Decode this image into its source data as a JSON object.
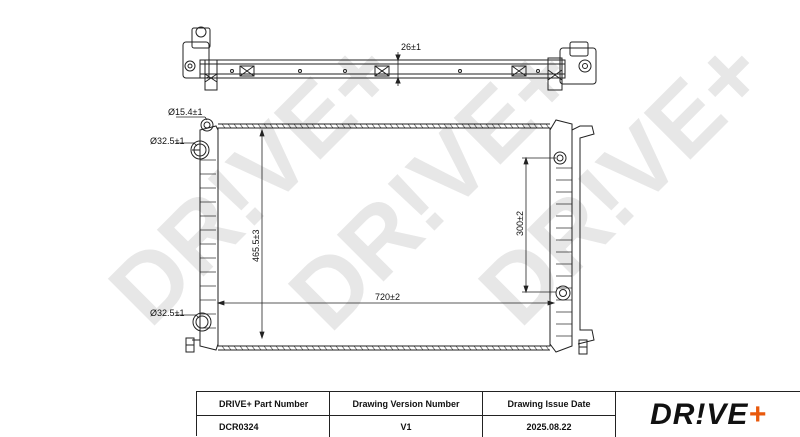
{
  "watermark": "DR!VE+",
  "dimensions": {
    "top_offset": "26±1",
    "pipe_top": "Ø15.4±1",
    "pipe_inlet": "Ø32.5±1",
    "pipe_outlet": "Ø32.5±1",
    "core_height": "465.5±3",
    "port_spacing": "300±2",
    "core_width": "720±2"
  },
  "title_block": {
    "part_number_label": "DRIVE+ Part Number",
    "part_number": "DCR0324",
    "version_label": "Drawing Version Number",
    "version": "V1",
    "issue_date_label": "Drawing Issue Date",
    "issue_date": "2025.08.22",
    "logo_text": "DR!VE",
    "logo_plus": "+"
  }
}
